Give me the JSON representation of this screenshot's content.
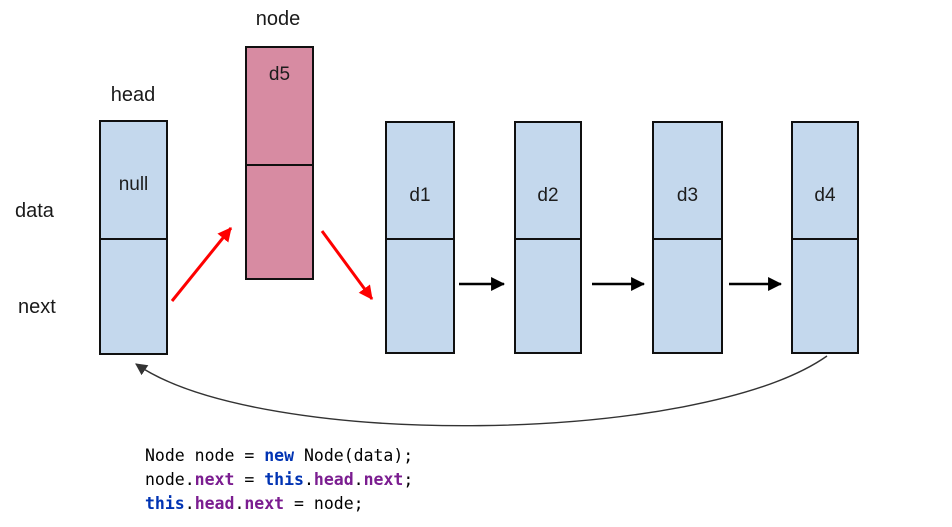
{
  "diagram": {
    "labels": {
      "node_title": "node",
      "head_title": "head",
      "row_data": "data",
      "row_next": "next"
    },
    "boxes": {
      "head": {
        "value": "null"
      },
      "new_node": {
        "value": "d5"
      },
      "d1": {
        "value": "d1"
      },
      "d2": {
        "value": "d2"
      },
      "d3": {
        "value": "d3"
      },
      "d4": {
        "value": "d4"
      }
    },
    "colors": {
      "list_node_fill": "#c4d8ed",
      "new_node_fill": "#d78ba2",
      "box_border": "#101010",
      "highlight_arrow": "#fe0000",
      "link_arrow": "#000000",
      "back_arrow": "#333333"
    }
  },
  "code": {
    "colors": {
      "plain": "#000000",
      "keyword": "#0033b3",
      "field": "#7b1d90"
    },
    "lines": [
      {
        "tokens": [
          {
            "t": "Node node = ",
            "c": "plain"
          },
          {
            "t": "new",
            "c": "keyword"
          },
          {
            "t": " Node(data);",
            "c": "plain"
          }
        ]
      },
      {
        "tokens": [
          {
            "t": "node.",
            "c": "plain"
          },
          {
            "t": "next",
            "c": "field"
          },
          {
            "t": " = ",
            "c": "plain"
          },
          {
            "t": "this",
            "c": "keyword"
          },
          {
            "t": ".",
            "c": "plain"
          },
          {
            "t": "head",
            "c": "field"
          },
          {
            "t": ".",
            "c": "plain"
          },
          {
            "t": "next",
            "c": "field"
          },
          {
            "t": ";",
            "c": "plain"
          }
        ]
      },
      {
        "tokens": [
          {
            "t": "this",
            "c": "keyword"
          },
          {
            "t": ".",
            "c": "plain"
          },
          {
            "t": "head",
            "c": "field"
          },
          {
            "t": ".",
            "c": "plain"
          },
          {
            "t": "next",
            "c": "field"
          },
          {
            "t": " = node;",
            "c": "plain"
          }
        ]
      }
    ]
  }
}
